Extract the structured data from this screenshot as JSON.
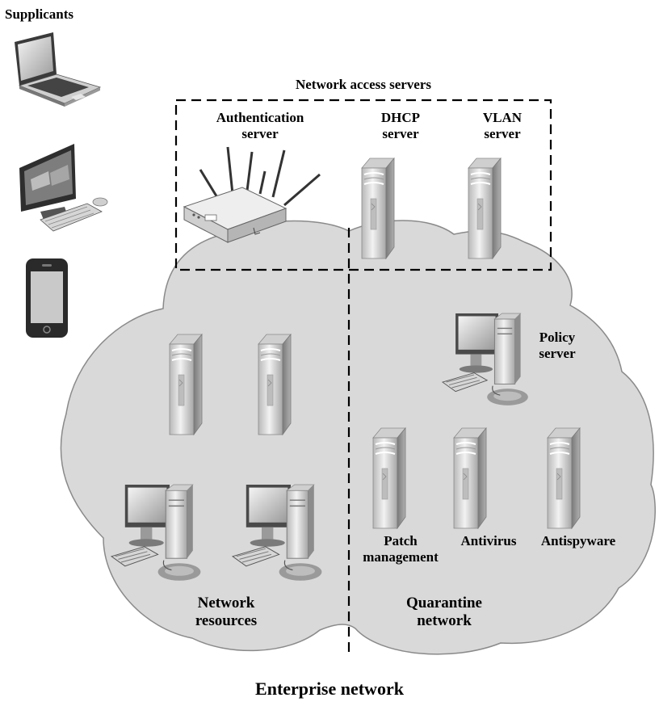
{
  "title": "Enterprise network",
  "supplicants": {
    "label": "Supplicants",
    "devices": [
      {
        "name": "laptop-icon"
      },
      {
        "name": "desktop-computer-icon"
      },
      {
        "name": "smartphone-icon"
      }
    ]
  },
  "access_servers": {
    "label": "Network access servers",
    "auth": {
      "line1": "Authentication",
      "line2": "server"
    },
    "dhcp": {
      "line1": "DHCP",
      "line2": "server"
    },
    "vlan": {
      "line1": "VLAN",
      "line2": "server"
    }
  },
  "policy": {
    "line1": "Policy",
    "line2": "server"
  },
  "quarantine_servers": {
    "patch": {
      "line1": "Patch",
      "line2": "management"
    },
    "antivirus": "Antivirus",
    "antispyware": "Antispyware"
  },
  "zones": {
    "resources": {
      "line1": "Network",
      "line2": "resources"
    },
    "quarantine": {
      "line1": "Quarantine",
      "line2": "network"
    }
  },
  "colors": {
    "cloud_fill": "#d9d9d9",
    "server_light": "#e6e6e6",
    "server_dark": "#8c8c8c",
    "line": "#000000"
  }
}
